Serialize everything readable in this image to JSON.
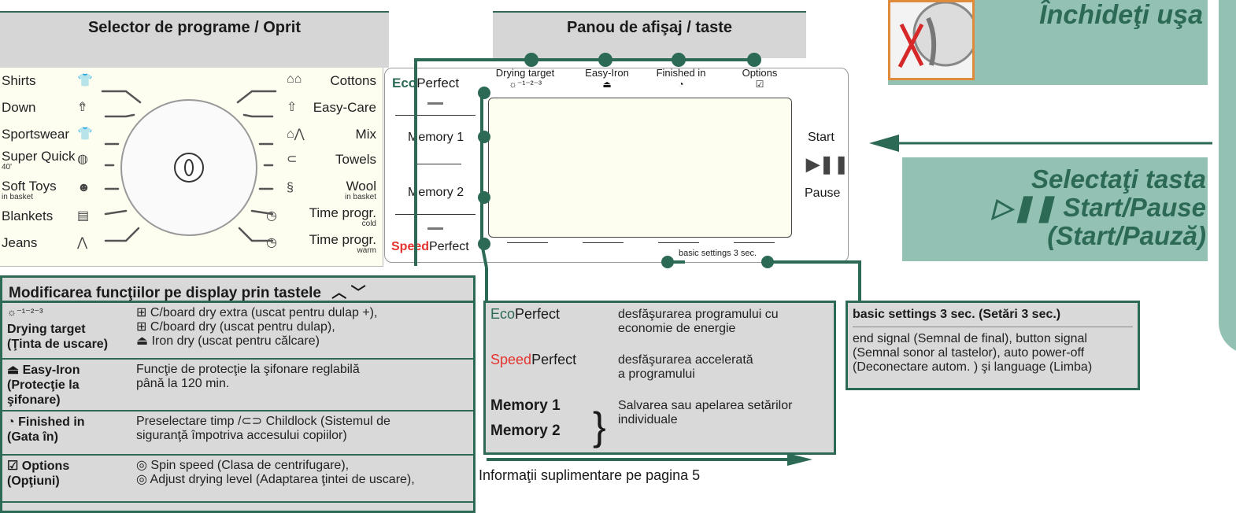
{
  "header_left": "Selector de programe / Oprit",
  "header_mid": "Panou de afişaj / taste",
  "programs_left": [
    {
      "name": "Shirts",
      "sub": "",
      "icon": "shirt-icon",
      "glyph": "👕"
    },
    {
      "name": "Down",
      "sub": "",
      "icon": "down-icon",
      "glyph": "⇮"
    },
    {
      "name": "Sportswear",
      "sub": "",
      "icon": "sportswear-icon",
      "glyph": "👕"
    },
    {
      "name": "Super Quick",
      "sub": "40'",
      "icon": "super-quick-icon",
      "glyph": "◍"
    },
    {
      "name": "Soft Toys",
      "sub": "in basket",
      "icon": "soft-toys-icon",
      "glyph": "☻"
    },
    {
      "name": "Blankets",
      "sub": "",
      "icon": "blankets-icon",
      "glyph": "▤"
    },
    {
      "name": "Jeans",
      "sub": "",
      "icon": "jeans-icon",
      "glyph": "⋀"
    }
  ],
  "programs_right": [
    {
      "name": "Cottons",
      "sub": "",
      "icon": "cottons-icon",
      "glyph": "⌂⌂"
    },
    {
      "name": "Easy-Care",
      "sub": "",
      "icon": "easy-care-icon",
      "glyph": "⇧"
    },
    {
      "name": "Mix",
      "sub": "",
      "icon": "mix-icon",
      "glyph": "⌂⋀"
    },
    {
      "name": "Towels",
      "sub": "",
      "icon": "towels-icon",
      "glyph": "⊂"
    },
    {
      "name": "Wool",
      "sub": "in basket",
      "icon": "wool-icon",
      "glyph": "§"
    },
    {
      "name": "Time progr.",
      "sub": "cold",
      "icon": "clock-icon",
      "glyph": "◷"
    },
    {
      "name": "Time progr.",
      "sub": "warm",
      "icon": "clock-icon",
      "glyph": "◷"
    }
  ],
  "panel": {
    "eco_a": "Eco",
    "eco_b": "Perfect",
    "memory1": "Memory 1",
    "memory2": "Memory 2",
    "speed_a": "Speed",
    "speed_b": "Perfect",
    "top_keys": [
      {
        "label": "Drying target",
        "sub": "☼⁻¹⁻²⁻³"
      },
      {
        "label": "Easy-Iron",
        "sub": "⏏"
      },
      {
        "label": "Finished in",
        "sub": "◔"
      },
      {
        "label": "Options",
        "sub": "☑"
      }
    ],
    "start": "Start",
    "startpause_glyph": "▶❚❚",
    "pause": "Pause",
    "basic_settings": "basic settings 3 sec."
  },
  "right": {
    "close_door": "Închideţi uşa",
    "select_key_1": "Selectaţi tasta",
    "select_key_2": "▷❚❚ Start/Pause",
    "select_key_3": "(Start/Pauză)"
  },
  "functions": {
    "title": "Modificarea funcţiilor pe display prin tastele",
    "rows": [
      {
        "glyph": "☼⁻¹⁻²⁻³",
        "label": "Drying target\n(Ţinta de uscare)",
        "desc": "⊞ C/board dry extra (uscat pentru dulap +),\n⊞ C/board dry (uscat pentru dulap),\n⏏ Iron dry (uscat pentru călcare)"
      },
      {
        "glyph": "⏏",
        "label": "Easy-Iron\n(Protecţie la\nşifonare)",
        "desc": "Funcţie de protecţie la şifonare reglabilă\npână la 120 min."
      },
      {
        "glyph": "◔",
        "label": "Finished in\n(Gata în)",
        "desc": "Preselectare timp /⊂⊃ Childlock (Sistemul de\nsiguranţă împotriva accesului copiilor)"
      },
      {
        "glyph": "☑",
        "label": "Options\n(Opţiuni)",
        "desc": "◎ Spin speed (Clasa de centrifugare),\n◎ Adjust drying level (Adaptarea ţintei de uscare),"
      }
    ]
  },
  "middle_box": {
    "eco_a": "Eco",
    "eco_b": "Perfect",
    "eco_desc": "desfăşurarea programului cu\neconomie de energie",
    "speed_a": "Speed",
    "speed_b": "Perfect",
    "speed_desc": "desfăşurarea accelerată\na programului",
    "mem1": "Memory 1",
    "mem2": "Memory 2",
    "mem_desc": "Salvarea sau apelarea setărilor\nindividuale"
  },
  "more_info": "Informaţii suplimentare pe pagina 5",
  "basic_box": {
    "title": "basic settings 3 sec. (Setări 3 sec.)",
    "desc": "end signal (Semnal de final), button signal\n(Semnal sonor al tastelor), auto power-off\n(Deconectare autom. ) şi language (Limba)"
  },
  "colors": {
    "accent": "#2c6a55",
    "green_panel": "#93c1b4",
    "red": "#e3342f",
    "grey": "#d9d9d9"
  }
}
